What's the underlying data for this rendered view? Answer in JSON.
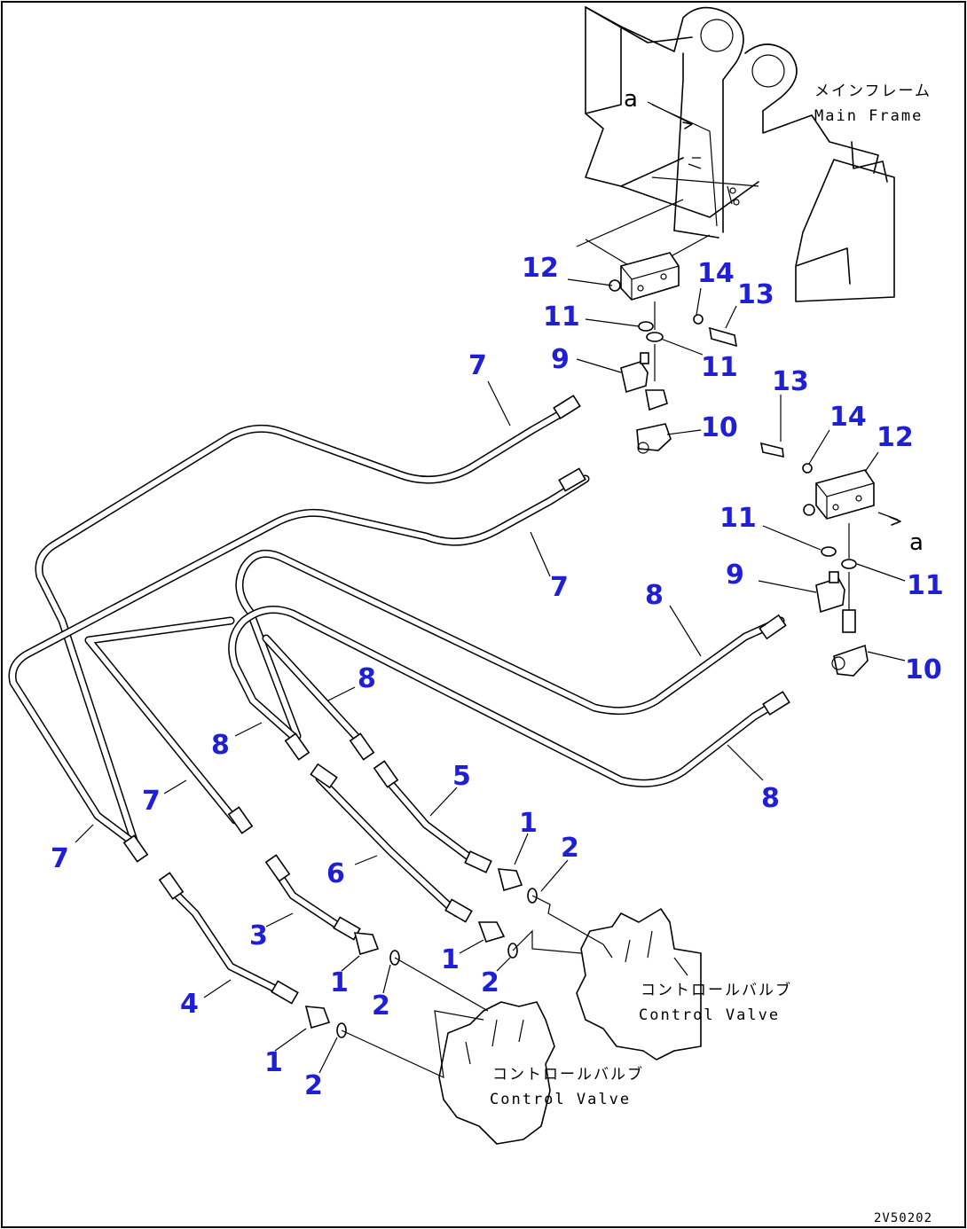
{
  "labels": {
    "main_frame_jp": "メインフレーム",
    "main_frame_en": "Main Frame",
    "control_valve_jp": "コントロールバルブ",
    "control_valve_en": "Control Valve",
    "arrow_letter": "a",
    "drawing_code": "2V50202"
  },
  "callouts": {
    "n1": "1",
    "n2": "2",
    "n3": "3",
    "n4": "4",
    "n5": "5",
    "n6": "6",
    "n7": "7",
    "n8": "8",
    "n9": "9",
    "n10": "10",
    "n11": "11",
    "n12": "12",
    "n13": "13",
    "n14": "14"
  },
  "colors": {
    "callout": "#1f1fd6",
    "line": "#000000"
  }
}
